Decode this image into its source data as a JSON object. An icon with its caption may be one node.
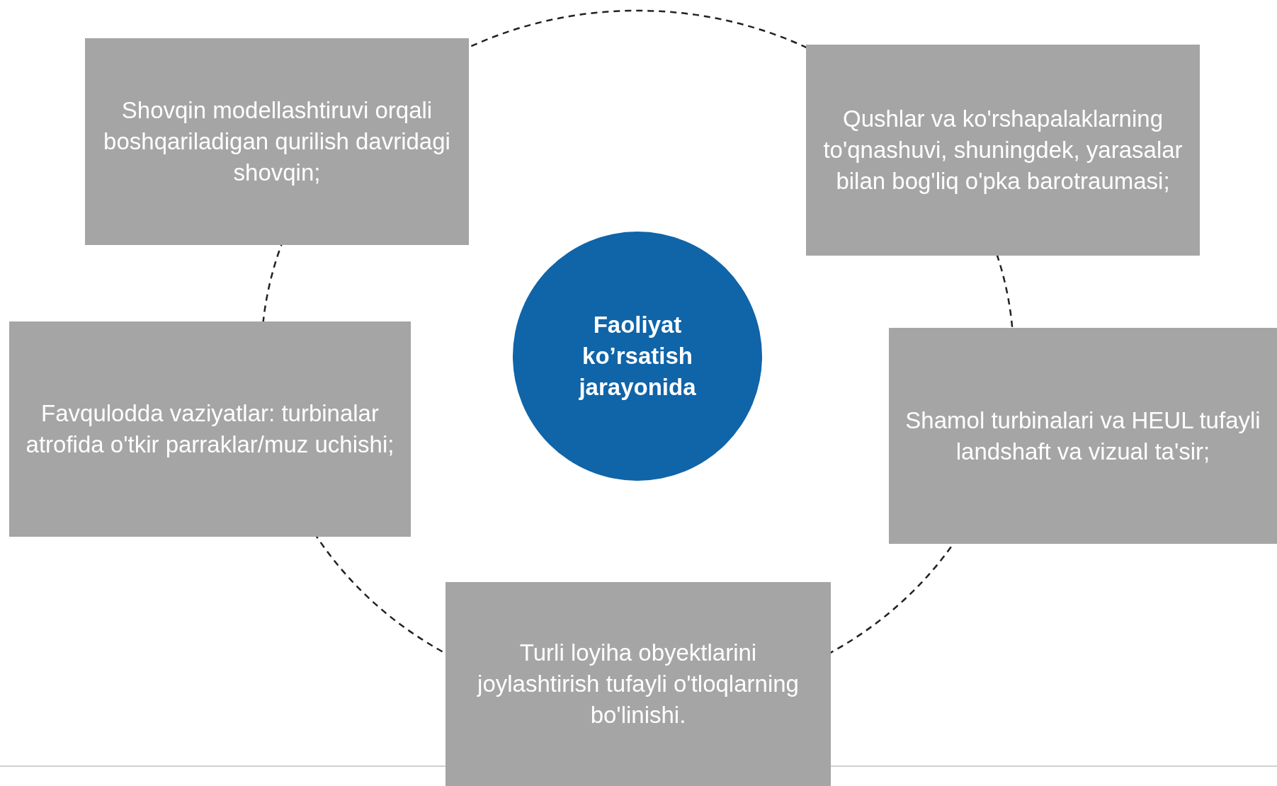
{
  "diagram": {
    "nodes": [
      {
        "text": [
          "Shovqin modellashtiruvi orqali boshqariladigan qurilish davridagi shovqin;"
        ]
      },
      {
        "text": [
          "Qushlar va ko'rshapalaklarning to'qnashuvi, shuningdek, yarasalar bilan bog'liq o'pka barotraumasi;"
        ]
      },
      {
        "text": [
          "Faoliyat ko’rsatish jarayonida"
        ]
      },
      {
        "text": [
          "Favqulodda vaziyatlar: turbinalar atrofida o'tkir parraklar/muz uchishi;"
        ]
      },
      {
        "text": [
          "Shamol turbinalari va HEUL tufayli landshaft va vizual ta'sir;"
        ]
      },
      {
        "text": [
          "Turli loyiha obyektlarini joylashtirish tufayli o'tloqlarning bo'linishi."
        ]
      }
    ]
  }
}
